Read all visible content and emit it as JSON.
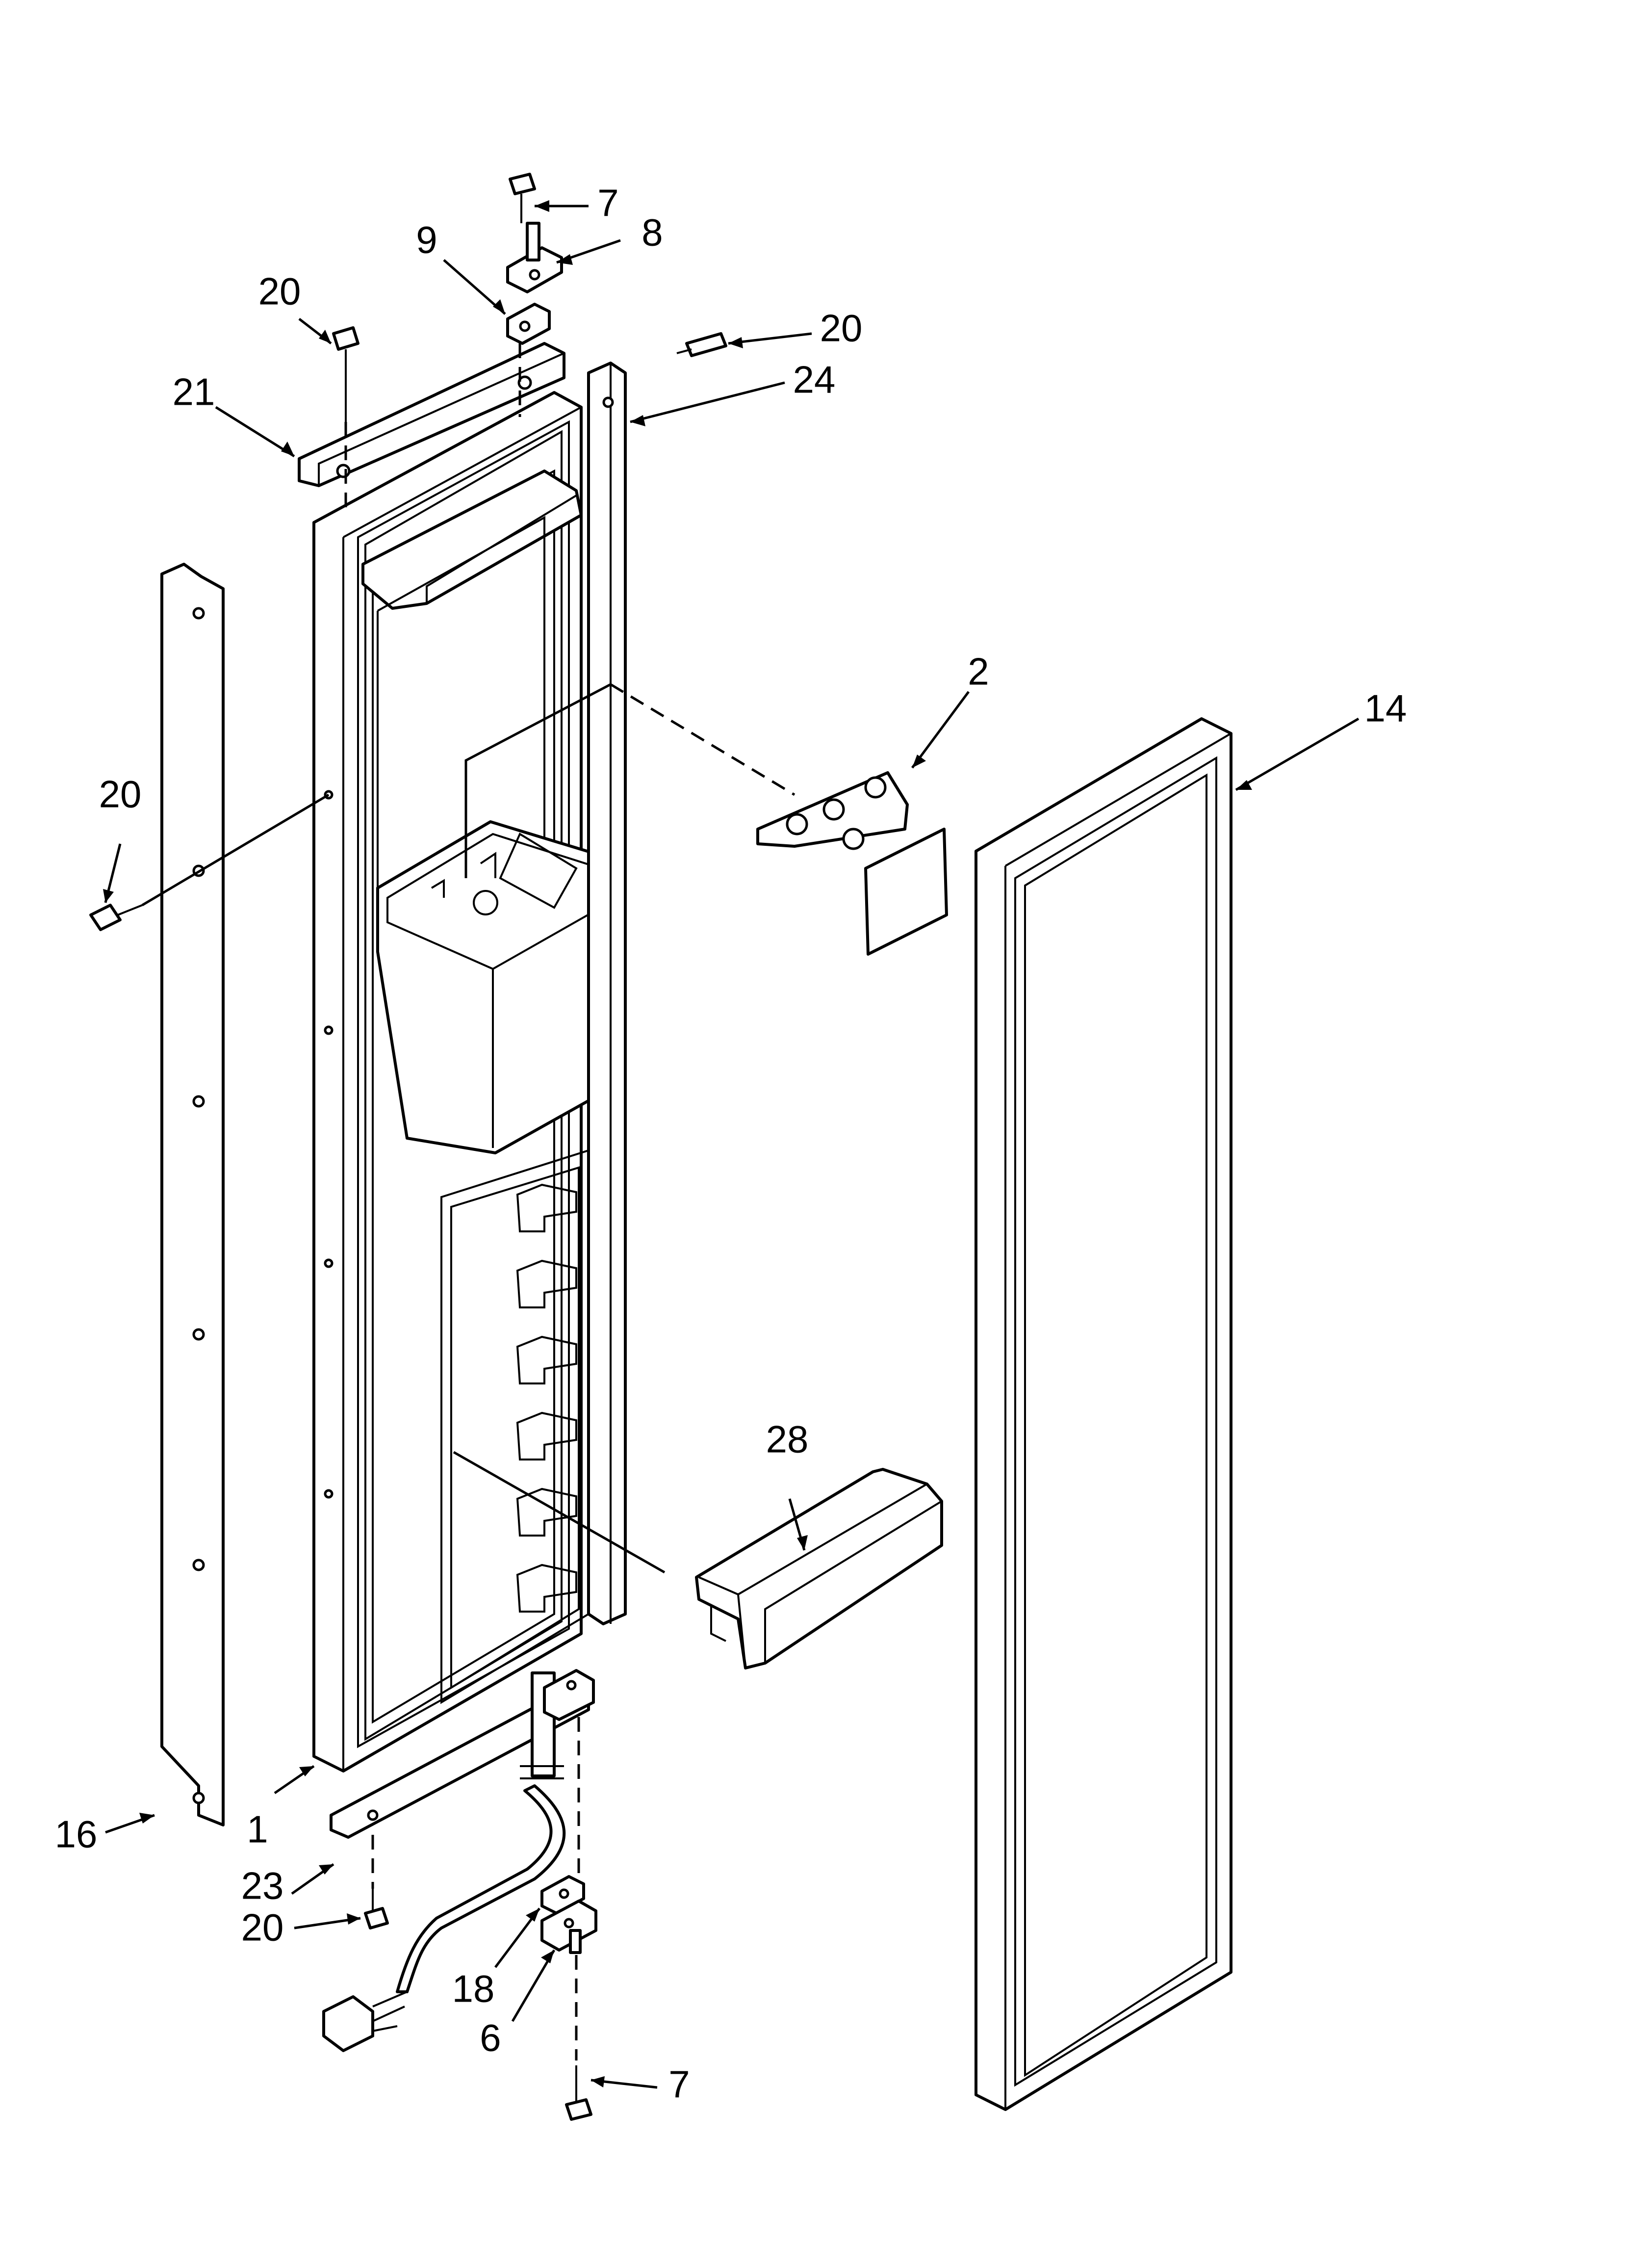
{
  "diagram": {
    "callouts": [
      {
        "id": "c7-top",
        "label": "7"
      },
      {
        "id": "c8",
        "label": "8"
      },
      {
        "id": "c9",
        "label": "9"
      },
      {
        "id": "c20-a",
        "label": "20"
      },
      {
        "id": "c20-b",
        "label": "20"
      },
      {
        "id": "c21",
        "label": "21"
      },
      {
        "id": "c24",
        "label": "24"
      },
      {
        "id": "c2",
        "label": "2"
      },
      {
        "id": "c14",
        "label": "14"
      },
      {
        "id": "c20-c",
        "label": "20"
      },
      {
        "id": "c28",
        "label": "28"
      },
      {
        "id": "c16",
        "label": "16"
      },
      {
        "id": "c1",
        "label": "1"
      },
      {
        "id": "c23",
        "label": "23"
      },
      {
        "id": "c20-d",
        "label": "20"
      },
      {
        "id": "c18",
        "label": "18"
      },
      {
        "id": "c6",
        "label": "6"
      },
      {
        "id": "c7-bottom",
        "label": "7"
      }
    ],
    "colors": {
      "line": "#000000",
      "background": "#ffffff"
    }
  }
}
